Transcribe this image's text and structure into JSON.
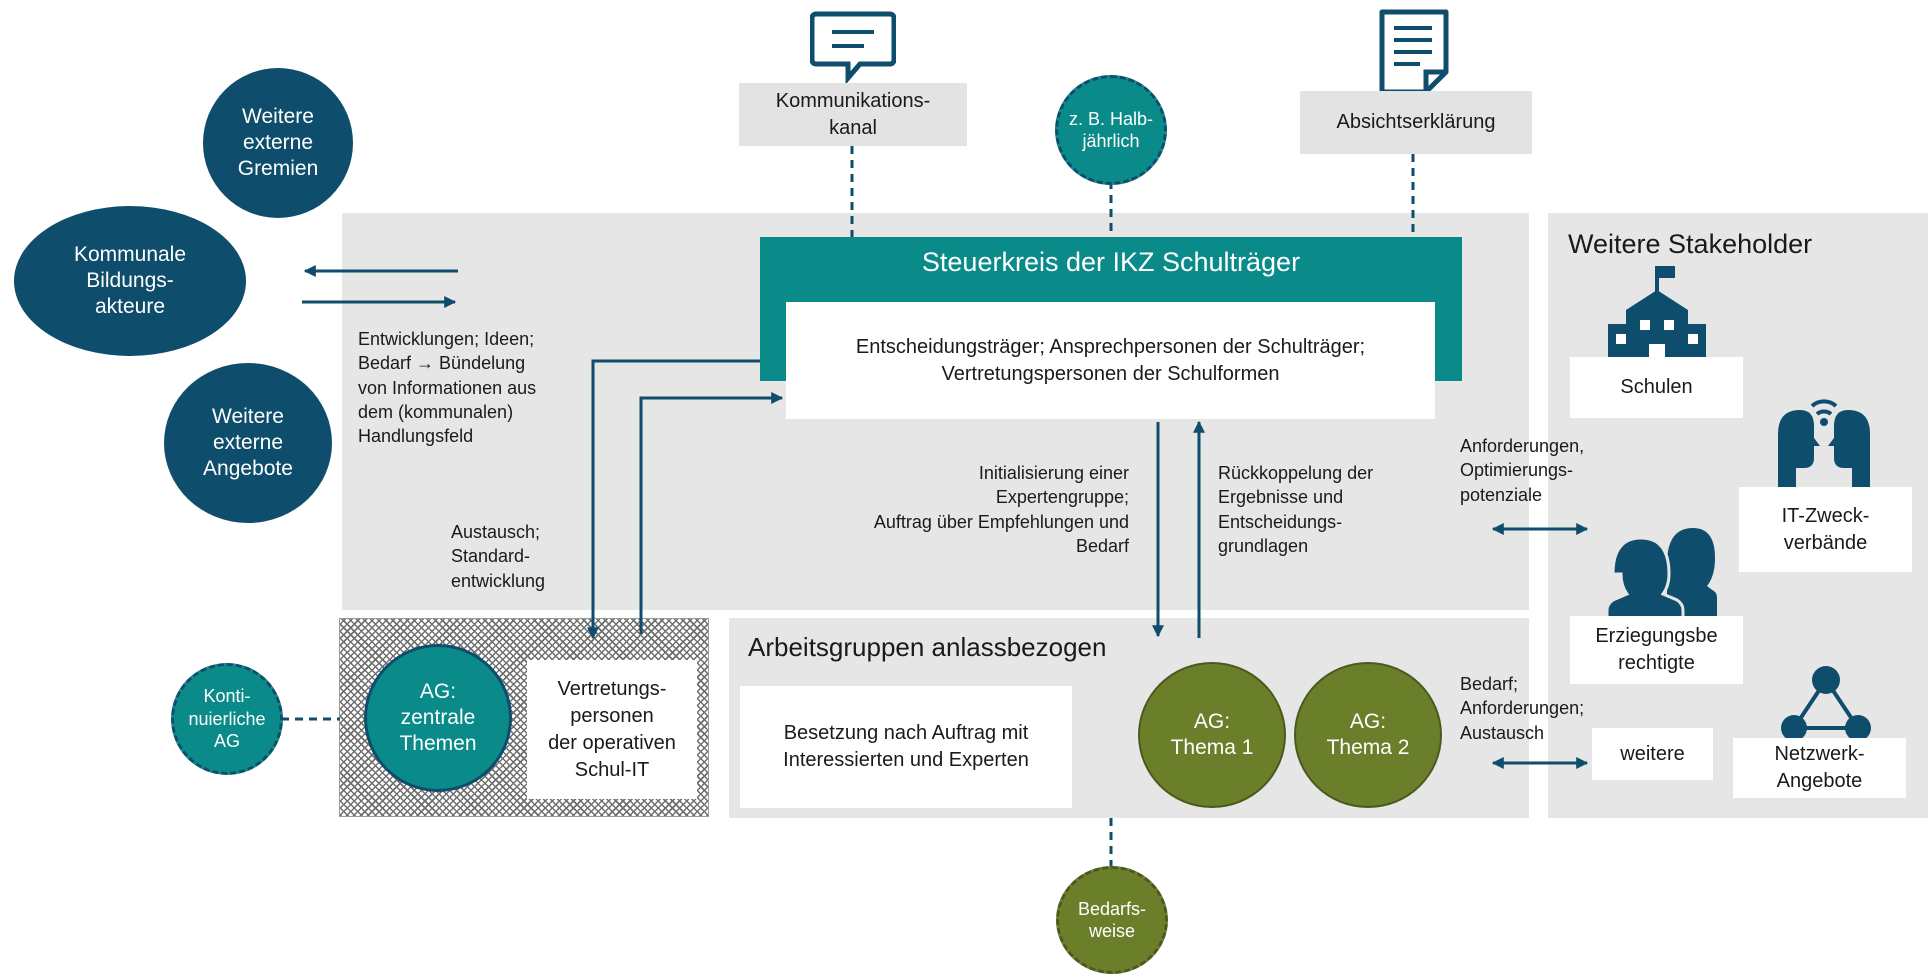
{
  "external": {
    "gremien": "Weitere\nexterne\nGremien",
    "bildungsakteure": "Kommunale\nBildungs-\nakteure",
    "angebote": "Weitere\nexterne\nAngebote"
  },
  "top": {
    "kommunikation": "Kommunikations-\nkanal",
    "frequency": "z. B. Halb-\njährlich",
    "absicht": "Absichtserklärung"
  },
  "steuerkreis": {
    "title": "Steuerkreis der IKZ Schulträger",
    "members": "Entscheidungsträger; Ansprechpersonen der Schulträger;\nVertretungspersonen der Schulformen"
  },
  "labels": {
    "entwicklungen": "Entwicklungen; Ideen;\nBedarf → Bündelung\nvon Informationen aus\ndem (kommunalen)\nHandlungsfeld",
    "austausch": "Austausch;\nStandard-\nentwicklung",
    "initialisierung": "Initialisierung einer\nExpertengruppe;\nAuftrag über Empfehlungen und\nBedarf",
    "rueckkopplung": "Rückkoppelung der\nErgebnisse und\nEntscheidungs-\ngrundlagen",
    "anforderungen": "Anforderungen,\nOptimierungs-\npotenziale",
    "bedarf": "Bedarf;\nAnforderungen;\nAustausch"
  },
  "ag": {
    "kontinuierlich": "Konti-\nnuierliche\nAG",
    "zentral": "AG:\nzentrale\nThemen",
    "vertretung": "Vertretungs-\npersonen\nder operativen\nSchul-IT",
    "section_title": "Arbeitsgruppen anlassbezogen",
    "besetzung": "Besetzung nach Auftrag mit\nInteressierten und Experten",
    "thema1": "AG:\nThema 1",
    "thema2": "AG:\nThema 2",
    "bedarfsweise": "Bedarfs-\nweise"
  },
  "stakeholder": {
    "title": "Weitere Stakeholder",
    "schulen": "Schulen",
    "it": "IT-Zweck-\nverbände",
    "eltern": "Erziegungsbe\nrechtigte",
    "weitere": "weitere",
    "netzwerk": "Netzwerk-\nAngebote"
  },
  "icons": [
    "chat-icon",
    "document-icon",
    "school-icon",
    "people-talking-icon",
    "parents-icon",
    "network-icon"
  ],
  "colors": {
    "navy": "#0e4d6b",
    "teal": "#0b8a8a",
    "olive": "#6b7f2a",
    "panel_grey": "#e6e6e6"
  }
}
